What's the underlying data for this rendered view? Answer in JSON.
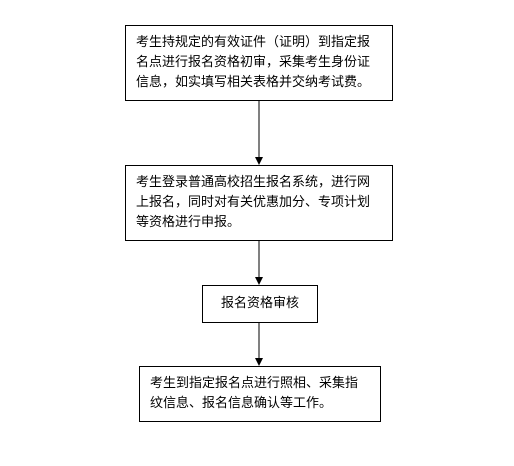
{
  "diagram": {
    "type": "flowchart",
    "steps": [
      {
        "id": "step-1",
        "text": "考生持规定的有效证件（证明）到指定报名点进行报名资格初审，采集考生身份证信息，如实填写相关表格并交纳考试费。"
      },
      {
        "id": "step-2",
        "text": "考生登录普通高校招生报名系统，进行网上报名，同时对有关优惠加分、专项计划等资格进行申报。"
      },
      {
        "id": "step-3",
        "text": "报名资格审核"
      },
      {
        "id": "step-4",
        "text": "考生到指定报名点进行照相、采集指纹信息、报名信息确认等工作。"
      }
    ],
    "edges": [
      {
        "from": "step-1",
        "to": "step-2"
      },
      {
        "from": "step-2",
        "to": "step-3"
      },
      {
        "from": "step-3",
        "to": "step-4"
      }
    ],
    "colors": {
      "border": "#000000",
      "arrow": "#000000",
      "background": "#ffffff"
    }
  }
}
